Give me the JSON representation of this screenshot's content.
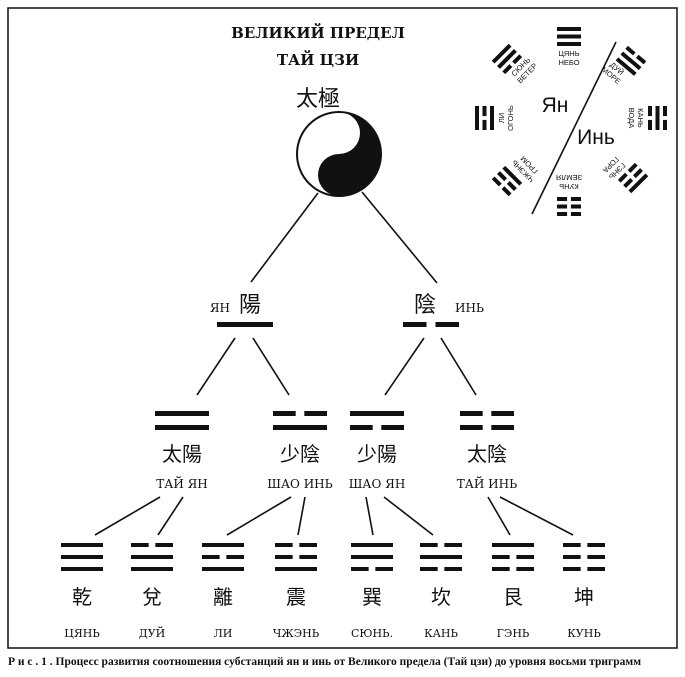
{
  "title": {
    "line1": "ВЕЛИКИЙ ПРЕДЕЛ",
    "line2": "ТАЙ ЦЗИ",
    "hanzi": "太極"
  },
  "level1": [
    {
      "key": "yang",
      "hanzi": "陽",
      "label": "ЯН",
      "lines": [
        1
      ]
    },
    {
      "key": "yin",
      "hanzi": "陰",
      "label": "ИНЬ",
      "lines": [
        0
      ]
    }
  ],
  "level2": [
    {
      "key": "tai-yang",
      "hanzi": "太陽",
      "label": "ТАЙ ЯН",
      "lines": [
        1,
        1
      ]
    },
    {
      "key": "shao-yin",
      "hanzi": "少陰",
      "label": "ШАО ИНЬ",
      "lines": [
        0,
        1
      ]
    },
    {
      "key": "shao-yang",
      "hanzi": "少陽",
      "label": "ШАО ЯН",
      "lines": [
        1,
        0
      ]
    },
    {
      "key": "tai-yin",
      "hanzi": "太陰",
      "label": "ТАЙ ИНЬ",
      "lines": [
        0,
        0
      ]
    }
  ],
  "trigrams": [
    {
      "key": "qian",
      "hanzi": "乾",
      "label": "ЦЯНЬ",
      "lines": [
        1,
        1,
        1
      ]
    },
    {
      "key": "dui",
      "hanzi": "兌",
      "label": "ДУЙ",
      "lines": [
        0,
        1,
        1
      ]
    },
    {
      "key": "li",
      "hanzi": "離",
      "label": "ЛИ",
      "lines": [
        1,
        0,
        1
      ]
    },
    {
      "key": "zhen",
      "hanzi": "震",
      "label": "ЧЖЭНЬ",
      "lines": [
        0,
        0,
        1
      ]
    },
    {
      "key": "xun",
      "hanzi": "巽",
      "label": "СЮНЬ.",
      "lines": [
        1,
        1,
        0
      ]
    },
    {
      "key": "kan",
      "hanzi": "坎",
      "label": "КАНЬ",
      "lines": [
        0,
        1,
        0
      ]
    },
    {
      "key": "gen",
      "hanzi": "艮",
      "label": "ГЭНЬ",
      "lines": [
        1,
        0,
        0
      ]
    },
    {
      "key": "kun",
      "hanzi": "坤",
      "label": "КУНЬ",
      "lines": [
        0,
        0,
        0
      ]
    }
  ],
  "bagua": {
    "yang_label": "Ян",
    "yin_label": "Инь",
    "items": [
      {
        "key": "qian",
        "name": "ЦЯНЬ",
        "element": "НЕБО",
        "lines": [
          1,
          1,
          1
        ]
      },
      {
        "key": "dui",
        "name": "ДУЙ",
        "element": "МОРЕ",
        "lines": [
          0,
          1,
          1
        ]
      },
      {
        "key": "kan",
        "name": "КАНЬ",
        "element": "ВОДА",
        "lines": [
          0,
          1,
          0
        ]
      },
      {
        "key": "gen",
        "name": "ГЭНЬ",
        "element": "ГОРА",
        "lines": [
          1,
          0,
          0
        ]
      },
      {
        "key": "kun",
        "name": "КУНЬ",
        "element": "ЗЕМЛЯ",
        "lines": [
          0,
          0,
          0
        ]
      },
      {
        "key": "zhen",
        "name": "ЧЖЭНЬ",
        "element": "ГРОМ",
        "lines": [
          0,
          0,
          1
        ]
      },
      {
        "key": "li",
        "name": "ЛИ",
        "element": "ОГОНЬ",
        "lines": [
          1,
          0,
          1
        ]
      },
      {
        "key": "xun",
        "name": "СЮНЬ",
        "element": "ВЕТЕР",
        "lines": [
          1,
          1,
          0
        ]
      }
    ]
  },
  "caption": "Р и с . 1 . Процесс развития соотношения субстанций ян и инь от Великого предела (Тай цзи) до уровня восьми триграмм"
}
